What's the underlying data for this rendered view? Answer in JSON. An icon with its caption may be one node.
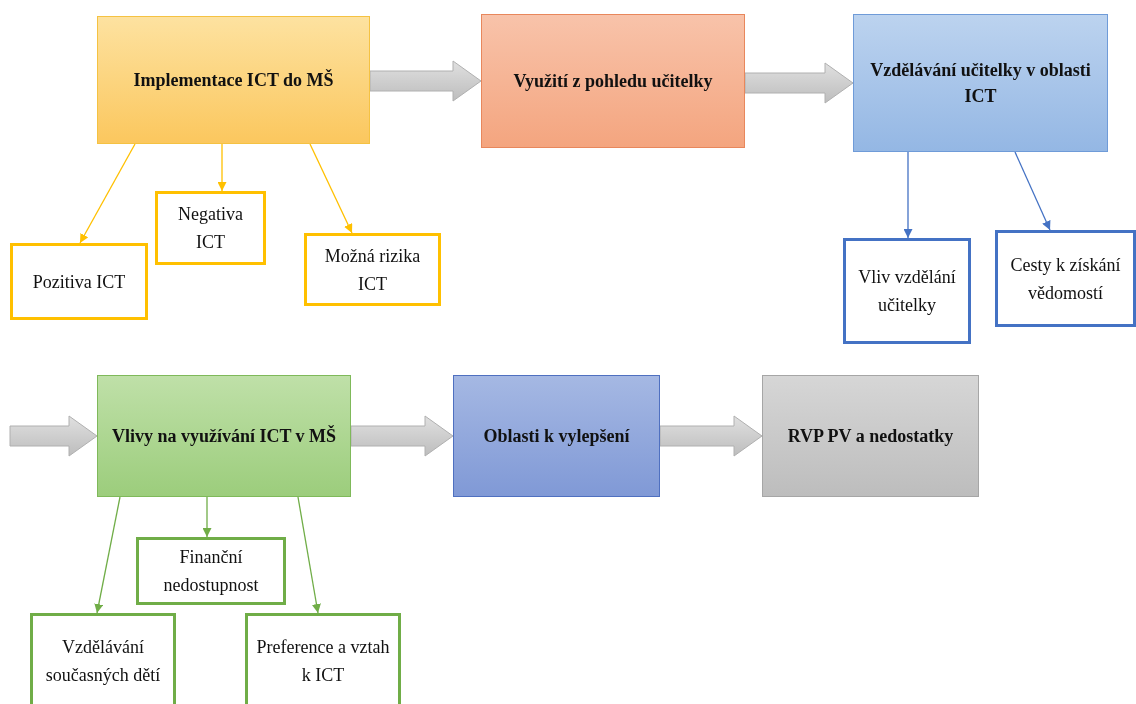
{
  "diagram": {
    "nodes": [
      {
        "text": [
          "Implementace ICT do MŠ"
        ]
      },
      {
        "text": [
          "Pozitiva ICT"
        ]
      },
      {
        "text": [
          "Negativa ICT"
        ]
      },
      {
        "text": [
          "Možná rizika ICT"
        ]
      },
      {
        "text": [
          "Využití z pohledu učitelky"
        ]
      },
      {
        "text": [
          "Vzdělávání učitelky v oblasti ICT"
        ]
      },
      {
        "text": [
          "Vliv vzdělání učitelky"
        ]
      },
      {
        "text": [
          "Cesty k získání vědomostí"
        ]
      },
      {
        "text": [
          "Vlivy na využívání ICT v MŠ"
        ]
      },
      {
        "text": [
          "Finanční nedostupnost"
        ]
      },
      {
        "text": [
          "Vzdělávání současných dětí"
        ]
      },
      {
        "text": [
          "Preference a vztah k ICT"
        ]
      },
      {
        "text": [
          "Oblasti k vylepšení"
        ]
      },
      {
        "text": [
          "RVP PV a nedostatky"
        ]
      }
    ],
    "edges": [
      {
        "from": 0,
        "to": 4,
        "arrow": "to",
        "style": "thick"
      },
      {
        "from": 4,
        "to": 5,
        "arrow": "to",
        "style": "thick"
      },
      {
        "from": 0,
        "to": 1,
        "arrow": "to",
        "color": "#ffc000"
      },
      {
        "from": 0,
        "to": 2,
        "arrow": "to",
        "color": "#ffc000"
      },
      {
        "from": 0,
        "to": 3,
        "arrow": "to",
        "color": "#ffc000"
      },
      {
        "from": 5,
        "to": 6,
        "arrow": "to",
        "color": "#4472c4"
      },
      {
        "from": 5,
        "to": 7,
        "arrow": "to",
        "color": "#4472c4"
      },
      {
        "from": null,
        "to": 8,
        "arrow": "to",
        "style": "thick"
      },
      {
        "from": 8,
        "to": 12,
        "arrow": "to",
        "style": "thick"
      },
      {
        "from": 12,
        "to": 13,
        "arrow": "to",
        "style": "thick"
      },
      {
        "from": 8,
        "to": 9,
        "arrow": "to",
        "color": "#70ad47"
      },
      {
        "from": 8,
        "to": 10,
        "arrow": "to",
        "color": "#70ad47"
      },
      {
        "from": 8,
        "to": 11,
        "arrow": "to",
        "color": "#70ad47"
      }
    ]
  }
}
